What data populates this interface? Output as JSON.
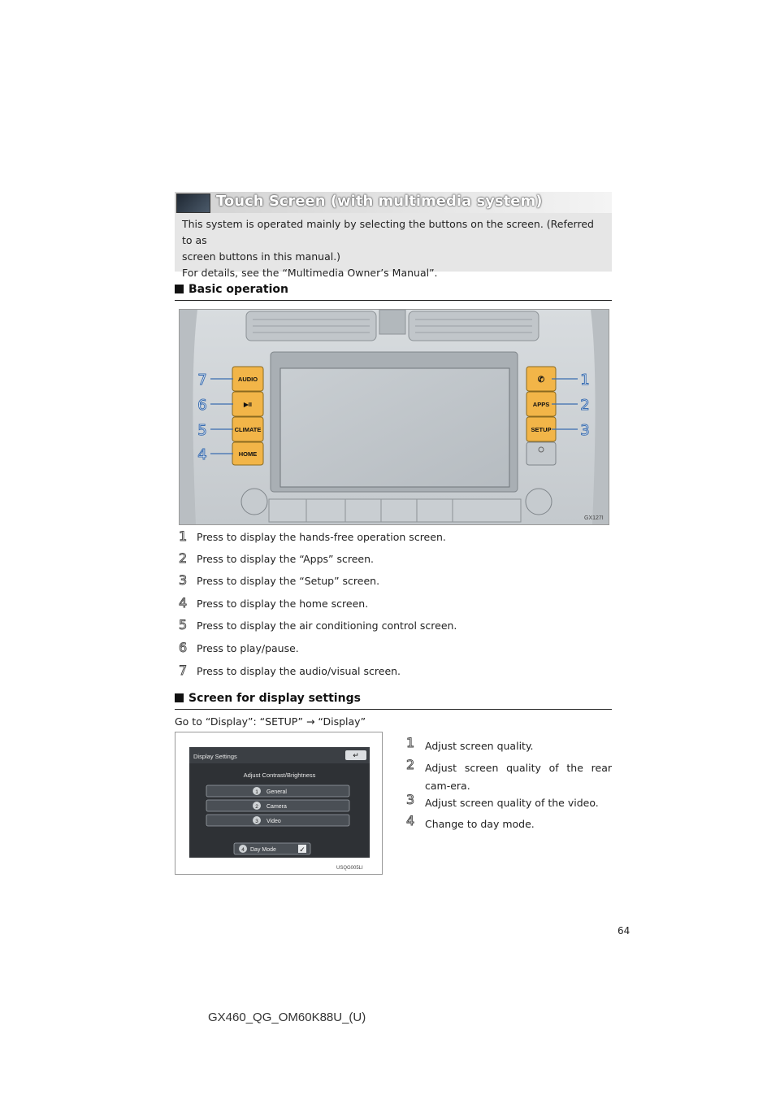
{
  "header": {
    "title": "Touch Screen (with multimedia system)"
  },
  "intro": {
    "line1": "This system is operated mainly by selecting the buttons on the screen. (Referred to as",
    "line2": "screen buttons in this manual.)",
    "line3": "For details, see the “Multimedia Owner’s Manual”."
  },
  "basic": {
    "title": "Basic operation",
    "figure_code": "GX127I",
    "buttons_left": [
      "AUDIO",
      "▶II",
      "CLIMATE",
      "HOME"
    ],
    "buttons_right": [
      "✆",
      "APPS",
      "SETUP"
    ],
    "callouts_left": [
      "7",
      "6",
      "5",
      "4"
    ],
    "callouts_right": [
      "1",
      "2",
      "3"
    ],
    "steps": [
      {
        "num": "1",
        "text": "Press to display the hands-free operation screen."
      },
      {
        "num": "2",
        "text": "Press to display the “Apps” screen."
      },
      {
        "num": "3",
        "text": "Press to display the “Setup” screen."
      },
      {
        "num": "4",
        "text": "Press to display the home screen."
      },
      {
        "num": "5",
        "text": "Press to display the air conditioning control screen."
      },
      {
        "num": "6",
        "text": "Press to play/pause."
      },
      {
        "num": "7",
        "text": "Press to display the audio/visual screen."
      }
    ]
  },
  "display": {
    "title": "Screen for display settings",
    "goto": "Go to “Display”: “SETUP” → “Display”",
    "screen": {
      "header": "Display Settings",
      "subtitle": "Adjust Contrast/Brightness",
      "options": [
        "General",
        "Camera",
        "Video"
      ],
      "option_nums": [
        "1",
        "2",
        "3"
      ],
      "day_mode": "Day Mode",
      "day_mode_num": "4",
      "checkmark": "✓",
      "back": "↵"
    },
    "figure_code": "USQG005LI",
    "steps": [
      {
        "num": "1",
        "text": "Adjust screen quality."
      },
      {
        "num": "2",
        "text": "Adjust screen quality of the rear cam-era."
      },
      {
        "num": "3",
        "text": "Adjust screen quality of the video."
      },
      {
        "num": "4",
        "text": "Change to day mode."
      }
    ]
  },
  "page_number": "64",
  "footer_code": "GX460_QG_OM60K88U_(U)"
}
